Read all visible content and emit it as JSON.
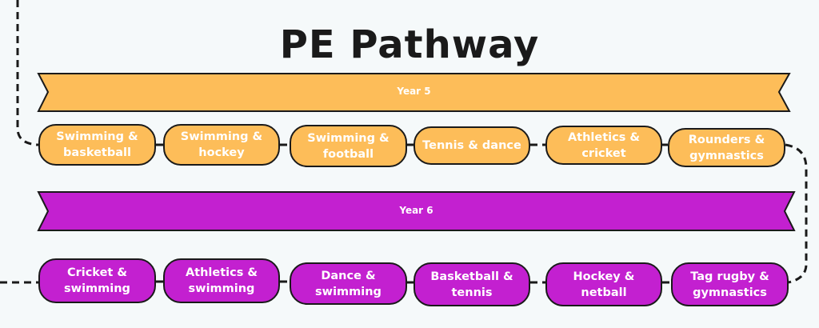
{
  "title": "PE Pathway",
  "colors": {
    "year5": "#fdbd59",
    "year6": "#c320d0",
    "outline": "#1a1a1a",
    "background": "#f5f9fa"
  },
  "years": [
    {
      "label": "Year 5",
      "items": [
        "Swimming & basketball",
        "Swimming & hockey",
        "Swimming & football",
        "Tennis & dance",
        "Athletics & cricket",
        "Rounders & gymnastics"
      ]
    },
    {
      "label": "Year 6",
      "items": [
        "Cricket & swimming",
        "Athletics & swimming",
        "Dance & swimming",
        "Basketball & tennis",
        "Hockey & netball",
        "Tag rugby & gymnastics"
      ]
    }
  ]
}
